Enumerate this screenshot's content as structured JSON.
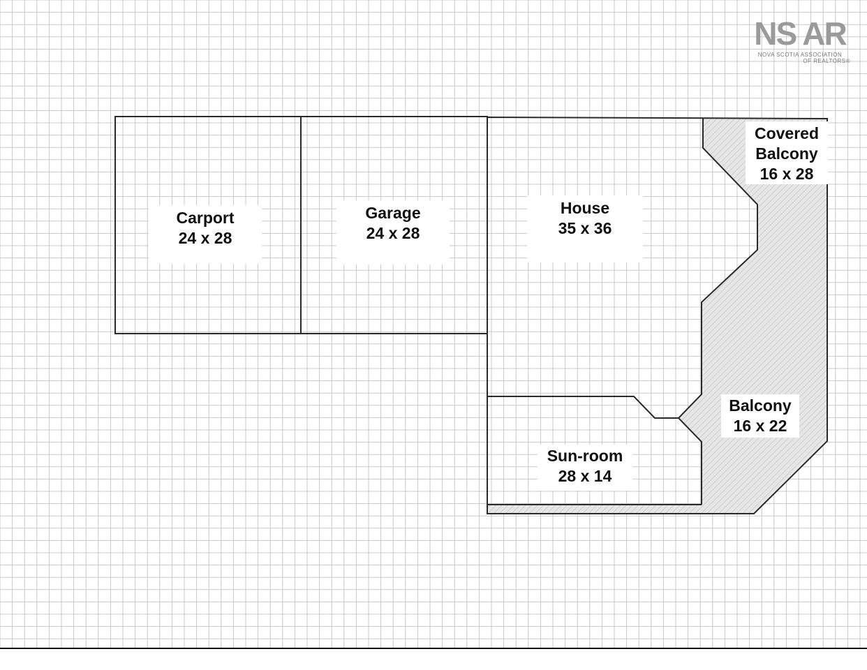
{
  "logo": {
    "mark": "NS AR",
    "line1": "NOVA SCOTIA ASSOCIATION",
    "line2": "OF REALTORS®"
  },
  "rooms": {
    "carport": {
      "name": "Carport",
      "dims": "24 x 28"
    },
    "garage": {
      "name": "Garage",
      "dims": "24 x 28"
    },
    "house": {
      "name": "House",
      "dims": "35 x 36"
    },
    "covered_balcony": {
      "name_line1": "Covered",
      "name_line2": "Balcony",
      "dims": "16 x 28"
    },
    "balcony": {
      "name": "Balcony",
      "dims": "16 x 22"
    },
    "sunroom": {
      "name": "Sun-room",
      "dims": "28 x 14"
    }
  },
  "colors": {
    "paper": "#ffffff",
    "grid": "#c9c9c9",
    "outline": "#2a2a2a",
    "hatch": "#bdbdbd"
  }
}
